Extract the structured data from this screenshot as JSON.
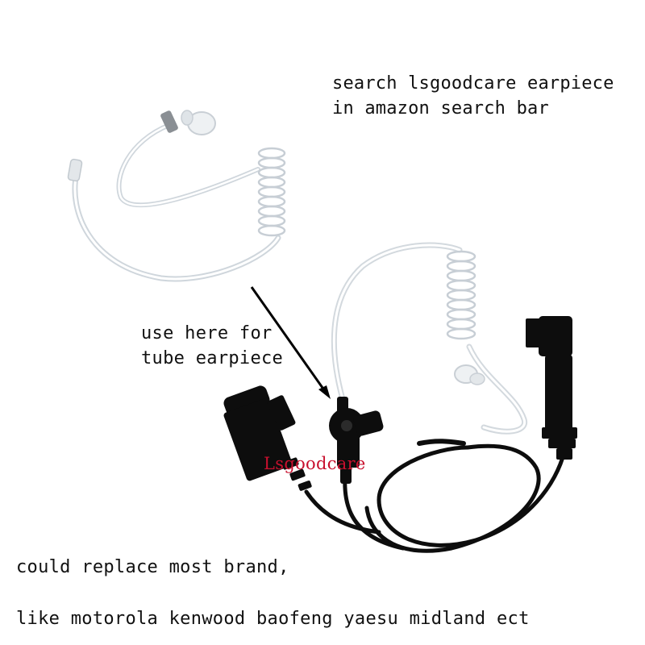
{
  "annotations": {
    "search_line1": "search lsgoodcare earpiece",
    "search_line2": "in amazon search bar",
    "use_line1": "use here for",
    "use_line2": "tube earpiece",
    "bottom_line1": "could replace most brand,",
    "bottom_line2": "like motorola kenwood baofeng yaesu midland ect"
  },
  "watermark": "Lsgoodcare",
  "colors": {
    "background": "#ffffff",
    "text": "#111111",
    "watermark": "#c8102e",
    "cable": "#0d0d0d",
    "clear_tube": "#d9dee3"
  }
}
